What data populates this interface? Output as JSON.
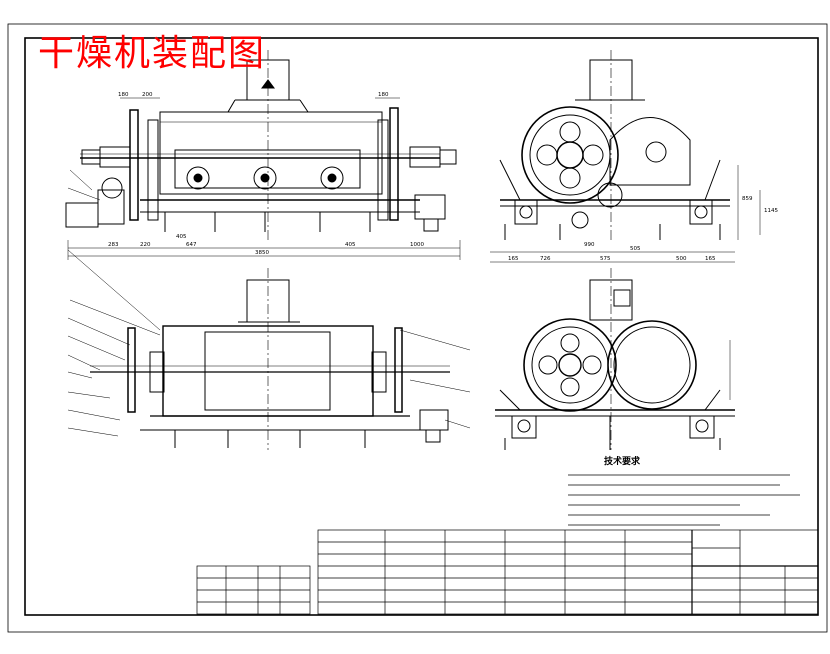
{
  "title": "干燥机装配图",
  "technical_requirements_label": "技术要求",
  "dimensions": {
    "top_left_a": "180",
    "top_left_b": "200",
    "top_right": "180",
    "bottom_1": "283",
    "bottom_2": "220",
    "bottom_3": "405",
    "bottom_4": "647",
    "bottom_5": "405",
    "bottom_6": "1000",
    "overall": "3850",
    "side_a": "165",
    "side_b": "726",
    "side_c": "575",
    "side_d": "505",
    "side_e": "500",
    "side_f": "165",
    "side_mid": "990",
    "side_height": "859",
    "side_h2": "1145"
  },
  "colors": {
    "title": "#ff0000",
    "line": "#000000",
    "background": "#ffffff"
  }
}
